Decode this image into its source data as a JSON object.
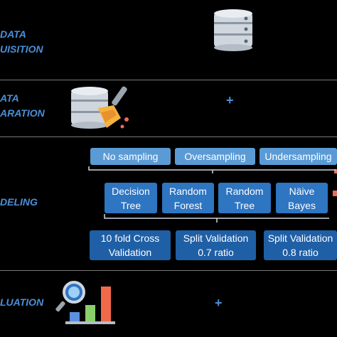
{
  "stages": {
    "acquisition": "DATA\nUISITION",
    "preparation": "ATA\nARATION",
    "modeling": "DELING",
    "evaluation": "LUATION"
  },
  "plus_sign": "+",
  "sampling": [
    "No sampling",
    "Oversampling",
    "Undersampling"
  ],
  "classifiers": [
    "Decision\nTree",
    "Random\nForest",
    "Random\nTree",
    "Näive\nBayes"
  ],
  "validation": [
    "10 fold Cross\nValidation",
    "Split Validation\n0.7 ratio",
    "Split Validation\n0.8 ratio"
  ],
  "colors": {
    "background": "#000000",
    "label": "#4a8fd9",
    "sampling_box": "#5b9bd5",
    "classifier_box": "#2e75c2",
    "validation_box": "#1f5fa6",
    "divider": "#7a7a7a"
  },
  "icons": [
    "database-icon",
    "data-cleaning-icon",
    "analytics-chart-icon"
  ]
}
